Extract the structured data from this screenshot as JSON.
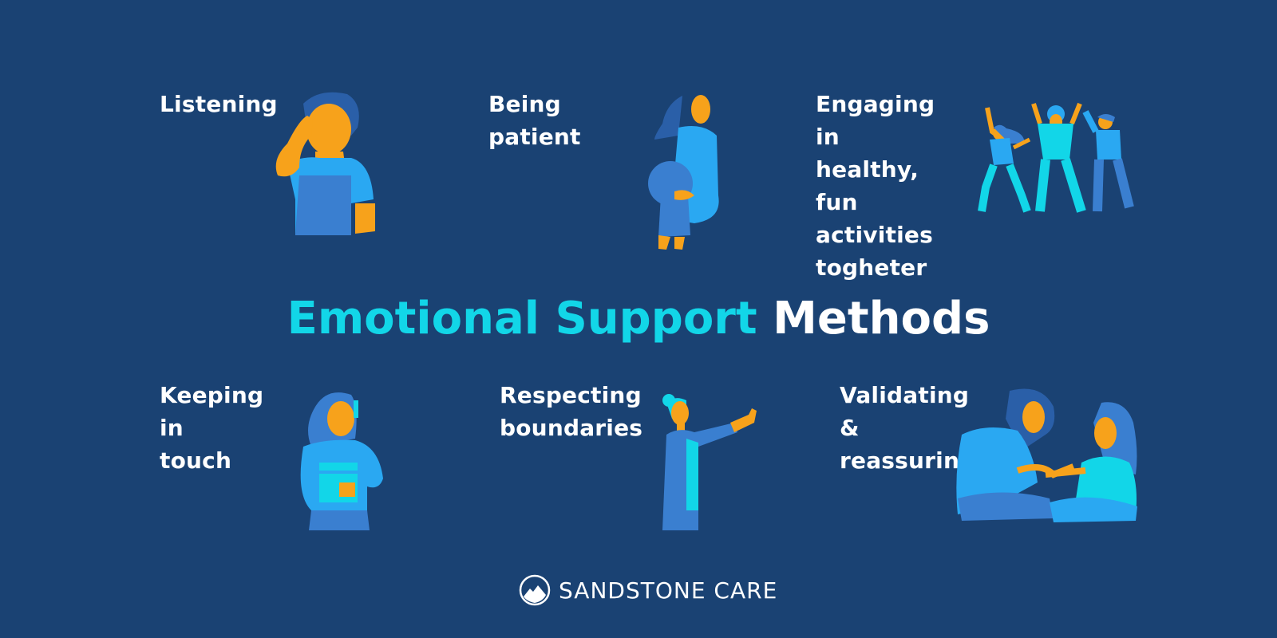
{
  "title": {
    "part1": "Emotional Support",
    "part2": "Methods",
    "part1_color": "#12d6e8",
    "part2_color": "#ffffff"
  },
  "methods": [
    {
      "label": "Listening",
      "icon": "person-listening-illustration"
    },
    {
      "label": "Being patient",
      "icon": "person-holding-child-illustration"
    },
    {
      "label": "Engaging in healthy, fun activities togheter",
      "lines": [
        "Engaging in",
        "healthy, fun",
        "activities",
        "togheter"
      ],
      "icon": "people-dancing-illustration"
    },
    {
      "label": "Keeping in touch",
      "lines": [
        "Keeping in",
        "touch"
      ],
      "icon": "person-on-phone-illustration"
    },
    {
      "label": "Respecting boundaries",
      "lines": [
        "Respecting",
        "boundaries"
      ],
      "icon": "person-stop-gesture-illustration"
    },
    {
      "label": "Validating & reassuring",
      "lines": [
        "Validating &",
        "reassuring"
      ],
      "icon": "people-holding-hands-illustration"
    }
  ],
  "brand": {
    "name": "SANDSTONE CARE",
    "icon": "mountain-circle-logo"
  },
  "colors": {
    "background": "#1a4273",
    "accent": "#12d6e8",
    "skin": "#f7a21b",
    "blue_light": "#2aa8f2",
    "blue_mid": "#3a7fd0",
    "blue_dark": "#2a5fa8",
    "cyan": "#12d6e8"
  }
}
